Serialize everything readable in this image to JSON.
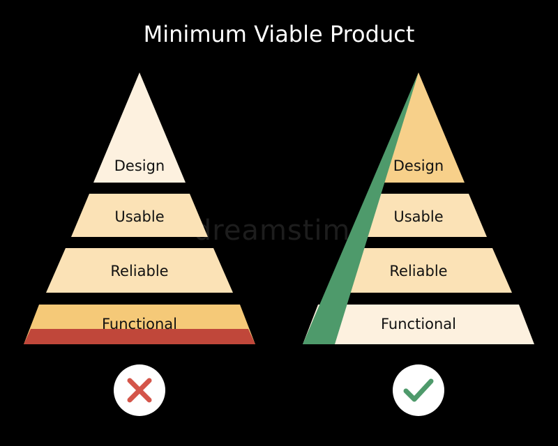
{
  "title": "Minimum Viable Product",
  "watermark": "dreamstime",
  "colors": {
    "background": "#000000",
    "tier_light": "#fdf1df",
    "tier_mid": "#fbe2b6",
    "tier_gold": "#f7d08a",
    "functional_gold": "#f5c978",
    "wrong_base": "#c0473a",
    "right_slice": "#4e9a6b",
    "cross": "#d4554a",
    "check": "#4e9a6b",
    "badge_bg": "#ffffff"
  },
  "left_pyramid": {
    "status": "wrong",
    "tiers": [
      "Design",
      "Usable",
      "Reliable",
      "Functional"
    ]
  },
  "right_pyramid": {
    "status": "right",
    "tiers": [
      "Design",
      "Usable",
      "Reliable",
      "Functional"
    ]
  },
  "icons": {
    "left": "cross-icon",
    "right": "check-icon"
  }
}
